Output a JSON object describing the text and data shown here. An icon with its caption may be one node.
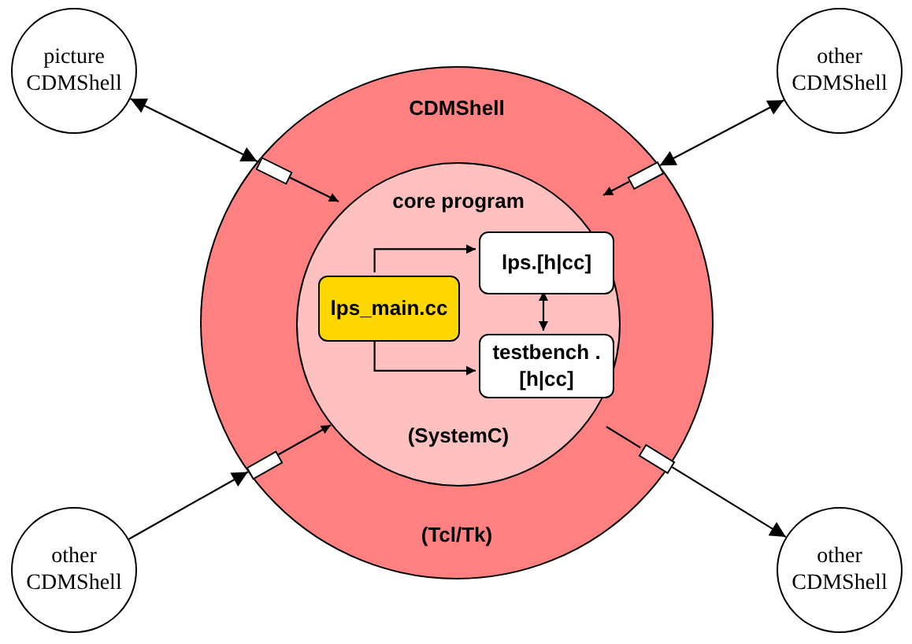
{
  "diagram": {
    "nodes": [
      {
        "text": [
          "CDMShell",
          "(Tcl/Tk)"
        ]
      },
      {
        "text": [
          "core program",
          "(SystemC)"
        ],
        "in": 0
      },
      {
        "text": [
          "lps_main.cc"
        ],
        "in": 1
      },
      {
        "text": [
          "lps.[h|cc]"
        ],
        "in": 1
      },
      {
        "text": [
          "testbench .[h|cc]"
        ],
        "in": 1
      },
      {
        "text": [
          "picture CDMShell"
        ]
      },
      {
        "text": [
          "other CDMShell"
        ]
      },
      {
        "text": [
          "other CDMShell"
        ]
      },
      {
        "text": [
          "other CDMShell"
        ]
      },
      {
        "text": [],
        "shape": "box",
        "in": 0
      },
      {
        "text": [],
        "shape": "box",
        "in": 0
      },
      {
        "text": [],
        "shape": "box",
        "in": 0
      },
      {
        "text": [],
        "shape": "box",
        "in": 0
      }
    ],
    "edges": [
      {
        "from": 2,
        "to": 3,
        "arrow": "to"
      },
      {
        "from": 2,
        "to": 4,
        "arrow": "to"
      },
      {
        "from": 3,
        "to": 4,
        "arrow": "both"
      },
      {
        "from": 5,
        "to": 9,
        "arrow": "both"
      },
      {
        "from": 9,
        "to": 1,
        "arrow": "to"
      },
      {
        "from": 6,
        "to": 10,
        "arrow": "both"
      },
      {
        "from": 10,
        "to": 1,
        "arrow": "to"
      },
      {
        "from": 7,
        "to": 11,
        "arrow": "to"
      },
      {
        "from": 11,
        "to": 1,
        "arrow": "to"
      },
      {
        "from": 12,
        "to": 8,
        "arrow": "to"
      },
      {
        "from": 1,
        "to": 12,
        "arrow": "none"
      }
    ]
  }
}
